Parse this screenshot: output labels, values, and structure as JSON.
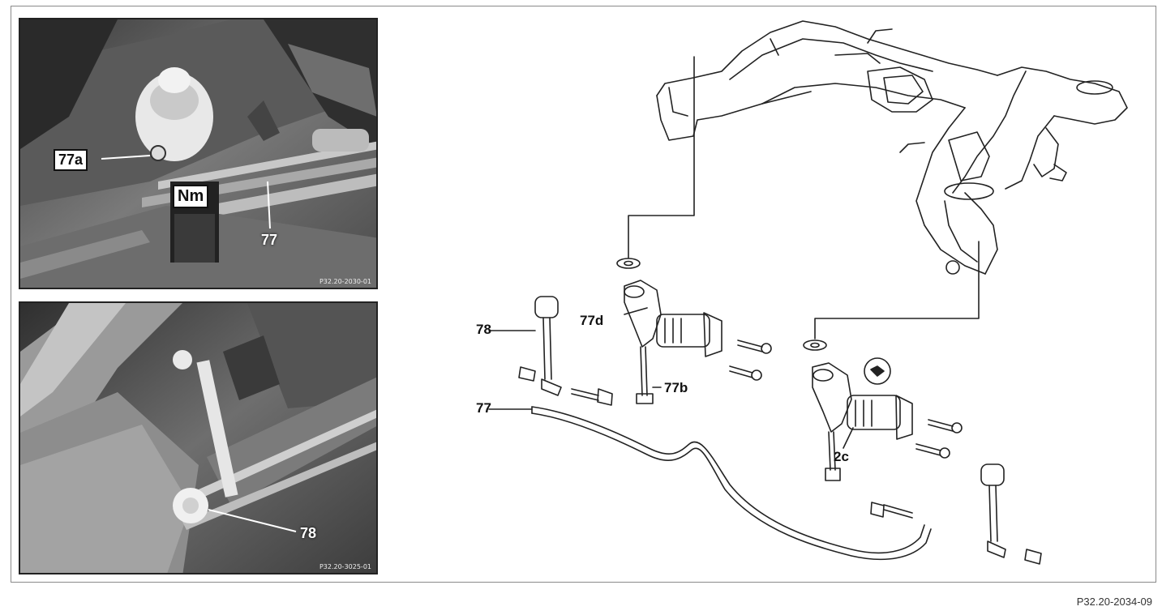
{
  "figure_reference": "P32.20-2034-09",
  "photo_top": {
    "code": "P32.20-2030-01",
    "labels": {
      "part_77a": "77a",
      "torque": "Nm",
      "part_77": "77"
    }
  },
  "photo_bottom": {
    "code": "P32.20-3025-01",
    "labels": {
      "part_78": "78"
    }
  },
  "diagram": {
    "labels": {
      "link_78": "78",
      "bar_77": "77",
      "bracket_77d": "77d",
      "bolt_77b": "77b",
      "bushing_2c": "2c"
    }
  }
}
